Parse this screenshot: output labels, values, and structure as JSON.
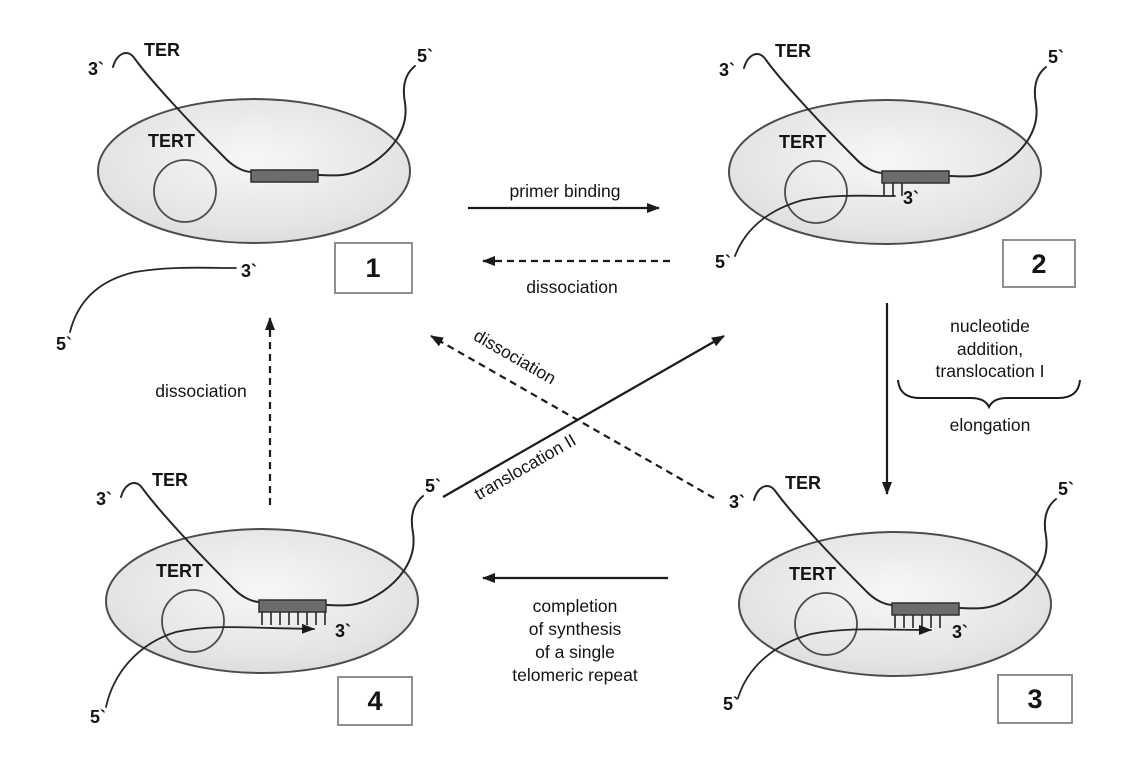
{
  "shared_labels": {
    "rna_name": "TER",
    "enzyme_name": "TERT",
    "three_prime": "3`",
    "five_prime": "5`"
  },
  "states": [
    {
      "number": "1"
    },
    {
      "number": "2"
    },
    {
      "number": "3"
    },
    {
      "number": "4"
    }
  ],
  "transitions": {
    "primer_binding": "primer binding",
    "dissociation_2_to_1": "dissociation",
    "elongation_lines": [
      "nucleotide",
      "addition,",
      "translocation I"
    ],
    "elongation_brace_label": "elongation",
    "completion_lines": [
      "completion",
      "of synthesis",
      "of a single",
      "telomeric repeat"
    ],
    "dissociation_4_to_1": "dissociation",
    "dissociation_3_to_1": "dissociation",
    "translocation_2": "translocation II"
  },
  "colors": {
    "background": "#ffffff",
    "line": "#1a1a1a",
    "strand": "#262626",
    "text": "#141414",
    "enzyme_fill_center": "#f7f7f7",
    "enzyme_fill_edge": "#d7d7d7",
    "enzyme_stroke": "#4c4c4c",
    "template_bar_fill": "#6c6c6c",
    "template_bar_stroke": "#2f2f2f",
    "state_box_stroke": "#8f8f8f"
  }
}
